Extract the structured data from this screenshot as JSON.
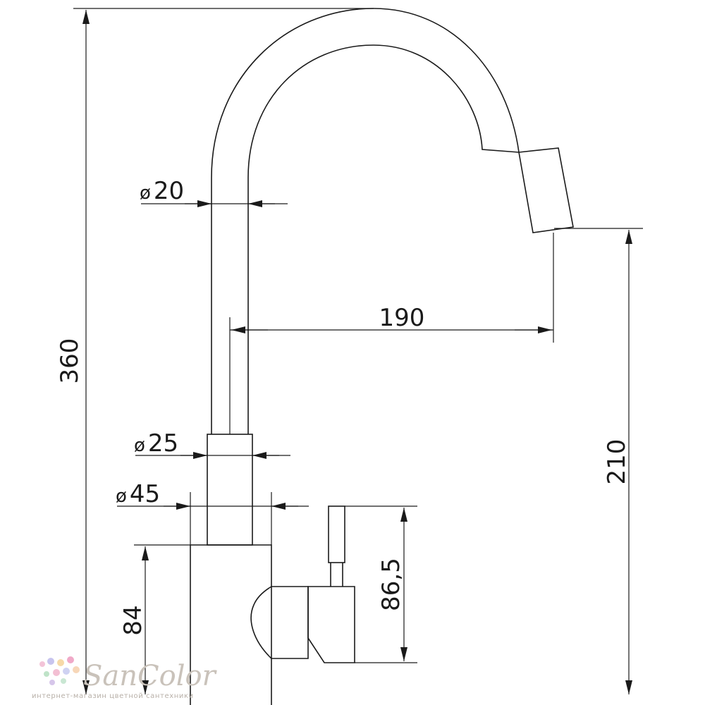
{
  "dimensions": {
    "overall_height": "360",
    "spout_diameter": "20",
    "spout_reach": "190",
    "spout_height": "210",
    "base_tube_diameter": "25",
    "body_diameter": "45",
    "body_height": "84",
    "lever_height": "86,5",
    "diameter_symbol": "ø"
  },
  "watermark": {
    "name": "SanColor",
    "tagline": "интернет-магазин цветной сантехники"
  },
  "colors": {
    "line": "#1a1a1a",
    "watermark": "#c9c2ba"
  }
}
